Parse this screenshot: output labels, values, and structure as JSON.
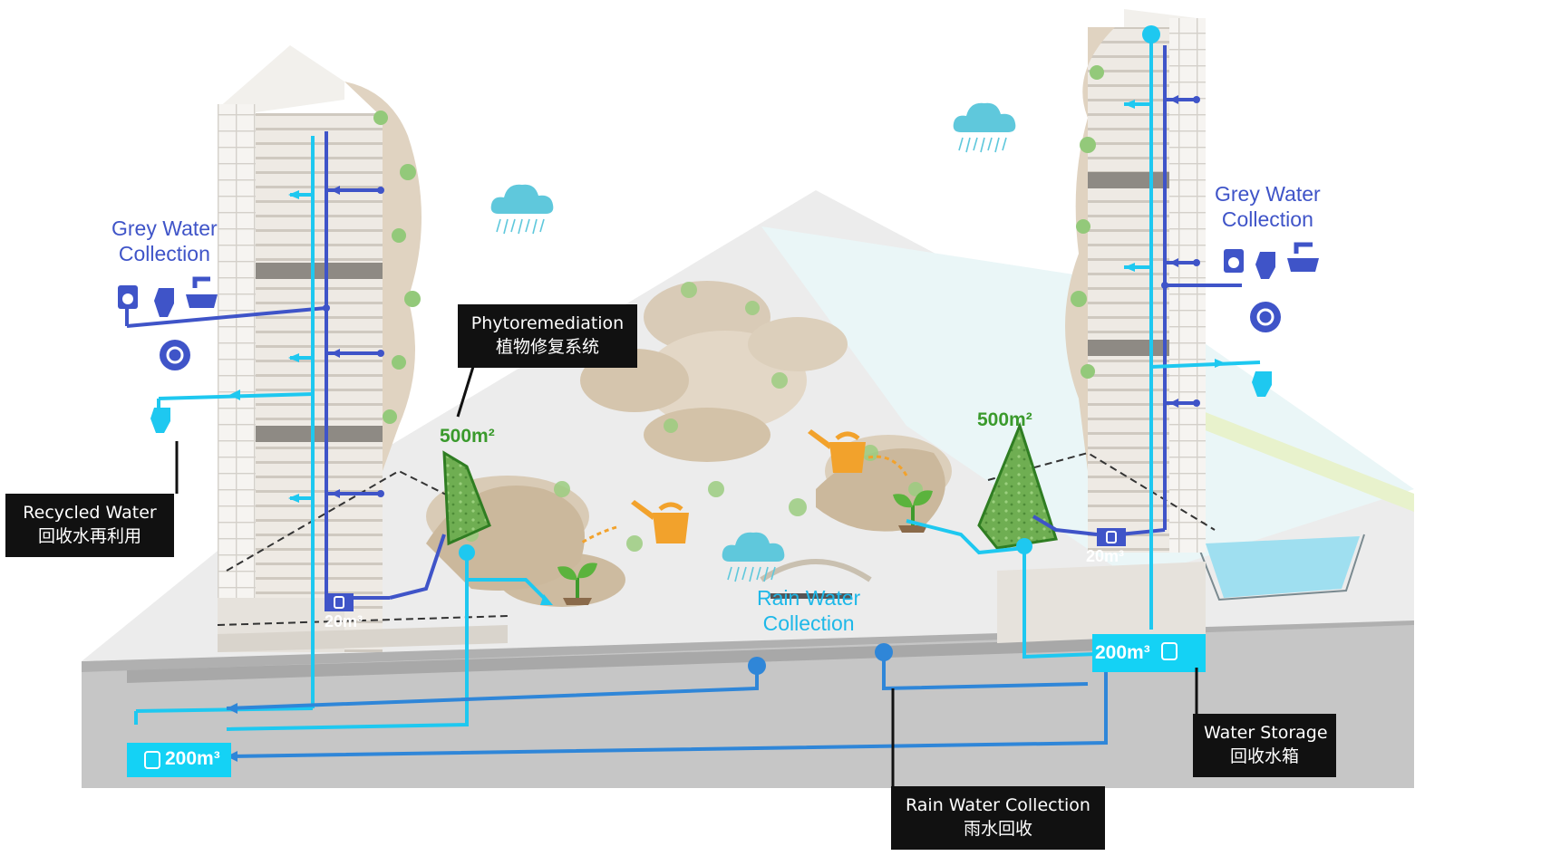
{
  "colors": {
    "recycled": "#1ec8f0",
    "grey": "#3f54c8",
    "rain": "#2f86d8",
    "green": "#3a9a2c",
    "orange": "#f2a22c",
    "callout_bg": "#111111",
    "ground": "#c8c8c8",
    "water": "#8fd9ea"
  },
  "icons": [
    "cloud-rain-icon",
    "washing-machine-icon",
    "toilet-icon",
    "faucet-icon",
    "recycle-icon",
    "watering-can-icon",
    "sprout-icon",
    "water-tank-icon",
    "pipe-node-icon"
  ],
  "labels": {
    "grey_water_left": [
      "Grey Water",
      "Collection"
    ],
    "grey_water_right": [
      "Grey Water",
      "Collection"
    ],
    "rain_water": [
      "Rain Water",
      "Collection"
    ],
    "area_left": "500m²",
    "area_right": "500m²",
    "tank_small_left": "20m³",
    "tank_small_right": "20m³",
    "tank_big_left": "200m³",
    "tank_big_right": "200m³"
  },
  "callouts": {
    "phytoremediation": [
      "Phytoremediation",
      "植物修复系统"
    ],
    "recycled_water": [
      "Recycled Water",
      "回收水再利用"
    ],
    "water_storage": [
      "Water Storage",
      "回收水箱"
    ],
    "rain_collection": [
      "Rain Water Collection",
      "雨水回收"
    ]
  }
}
